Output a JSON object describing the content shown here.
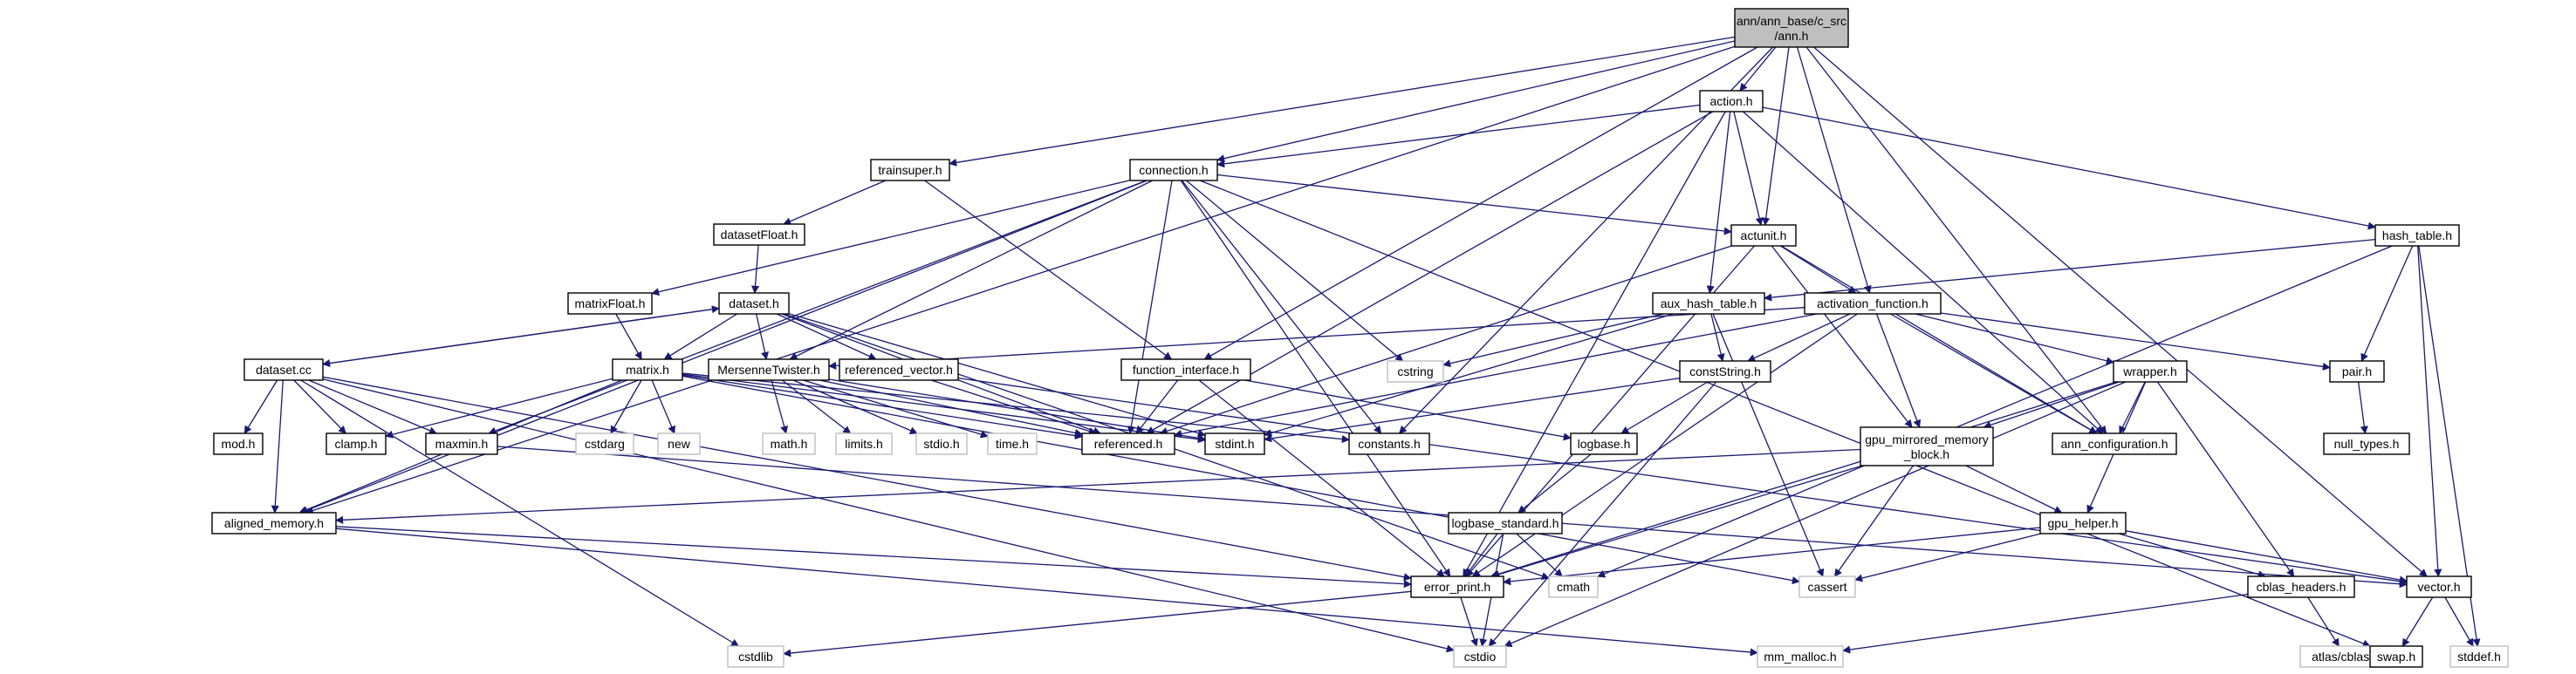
{
  "graph": {
    "root": {
      "line1": "ann/ann_base/c_src",
      "line2": "/ann.h"
    },
    "nodes": {
      "action_h": "action.h",
      "trainsuper_h": "trainsuper.h",
      "connection_h": "connection.h",
      "datasetFloat_h": "datasetFloat.h",
      "actunit_h": "actunit.h",
      "hash_table_h": "hash_table.h",
      "matrixFloat_h": "matrixFloat.h",
      "dataset_h": "dataset.h",
      "aux_hash_table_h": "aux_hash_table.h",
      "activation_function_h": "activation_function.h",
      "dataset_cc": "dataset.cc",
      "matrix_h": "matrix.h",
      "MersenneTwister_h": "MersenneTwister.h",
      "referenced_vector_h": "referenced_vector.h",
      "function_interface_h": "function_interface.h",
      "cstring": "cstring",
      "constString_h": "constString.h",
      "wrapper_h": "wrapper.h",
      "pair_h": "pair.h",
      "mod_h": "mod.h",
      "clamp_h": "clamp.h",
      "maxmin_h": "maxmin.h",
      "cstdarg": "cstdarg",
      "new": "new",
      "math_h": "math.h",
      "limits_h": "limits.h",
      "stdio_h": "stdio.h",
      "time_h": "time.h",
      "referenced_h": "referenced.h",
      "stdint_h": "stdint.h",
      "constants_h": "constants.h",
      "logbase_h": "logbase.h",
      "gpu_mirrored_memory_block_h": {
        "line1": "gpu_mirrored_memory",
        "line2": "_block.h"
      },
      "ann_configuration_h": "ann_configuration.h",
      "null_types_h": "null_types.h",
      "aligned_memory_h": "aligned_memory.h",
      "logbase_standard_h": "logbase_standard.h",
      "gpu_helper_h": "gpu_helper.h",
      "error_print_h": "error_print.h",
      "cmath": "cmath",
      "cassert": "cassert",
      "cblas_headers_h": "cblas_headers.h",
      "vector_h": "vector.h",
      "cstdlib": "cstdlib",
      "cstdio": "cstdio",
      "mm_malloc_h": "mm_malloc.h",
      "atlas_cblas_h": "atlas/cblas.h",
      "swap_h": "swap.h",
      "stddef_h": "stddef.h"
    }
  },
  "colors": {
    "edge": "#191970",
    "node_border": "#000000",
    "system_header_border": "#bfbfbf",
    "root_fill": "#bfbfbf",
    "background": "#ffffff"
  }
}
